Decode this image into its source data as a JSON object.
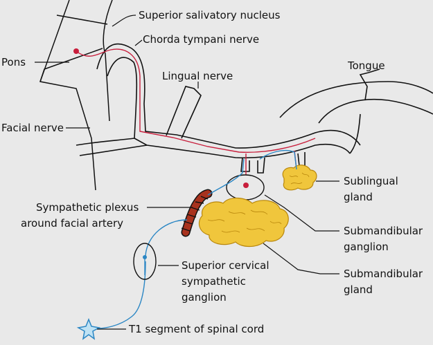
{
  "diagram": {
    "labels": {
      "superior_salivatory_nucleus": "Superior salivatory nucleus",
      "pons": "Pons",
      "chorda_tympani_nerve": "Chorda tympani nerve",
      "tongue": "Tongue",
      "lingual_nerve": "Lingual nerve",
      "facial_nerve": "Facial nerve",
      "sublingual_gland_1": "Sublingual",
      "sublingual_gland_2": "gland",
      "sympathetic_plexus_1": "Sympathetic plexus",
      "sympathetic_plexus_2": "around facial artery",
      "submandibular_ganglion_1": "Submandibular",
      "submandibular_ganglion_2": "ganglion",
      "superior_cervical_1": "Superior cervical",
      "superior_cervical_2": "sympathetic",
      "superior_cervical_3": "ganglion",
      "submandibular_gland_1": "Submandibular",
      "submandibular_gland_2": "gland",
      "t1_segment": "T1 segment of spinal cord"
    },
    "colors": {
      "background": "#e9e9e9",
      "outline": "#111111",
      "parasympathetic": "#c81e3c",
      "sympathetic": "#2a86c4",
      "gland": "#f0c63c",
      "gland_edge": "#b8860b",
      "artery": "#a8321e"
    }
  }
}
